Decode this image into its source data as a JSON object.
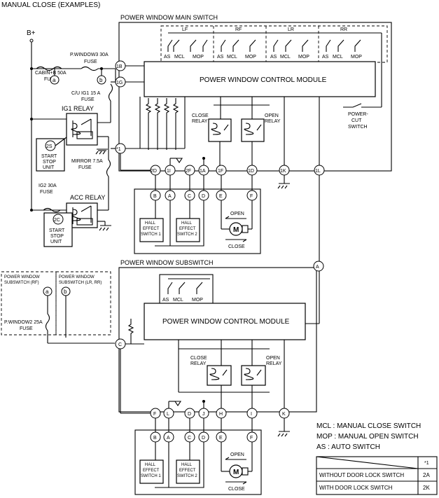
{
  "diagram": {
    "title": "MANUAL CLOSE (EXAMPLES)",
    "supply": {
      "bplus": "B+"
    },
    "fuses": {
      "cabin": [
        "CABIN+B 50A",
        "FUSE"
      ],
      "pwindow3": [
        "P.WINDOW3 30A",
        "FUSE"
      ],
      "cuig1": [
        "C/U IG1 15 A",
        "FUSE"
      ],
      "mirror": [
        "MIRROR 7.5A",
        "FUSE"
      ],
      "ig2": [
        "IG2 30A",
        "FUSE"
      ],
      "pwindow2": [
        "P.WINDOW2 25A",
        "FUSE"
      ]
    },
    "relays": {
      "ig1": "IG1 RELAY",
      "acc": "ACC RELAY"
    },
    "start_stop_units": [
      {
        "terminal": "2S",
        "lines": [
          "START",
          "STOP",
          "UNIT"
        ]
      },
      {
        "terminal": "2C",
        "lines": [
          "START",
          "STOP",
          "UNIT"
        ]
      }
    ],
    "connectors": {
      "a": "a",
      "b": "b",
      "A": "A",
      "C": "C"
    },
    "main_switch": {
      "title": "POWER WINDOW MAIN SWITCH",
      "module": "POWER WINDOW CONTROL MODULE",
      "groups": [
        "LF",
        "RF",
        "LR",
        "RR"
      ],
      "switch_labels": [
        "AS",
        "MCL",
        "MOP"
      ],
      "close_relay": [
        "CLOSE",
        "RELAY"
      ],
      "open_relay": [
        "OPEN",
        "RELAY"
      ],
      "power_cut": [
        "POWER-",
        "CUT",
        "SWITCH"
      ],
      "left_terminals": [
        "1B",
        "1G",
        "*1"
      ],
      "bottom_terminals": [
        "2D",
        "1I",
        "2F",
        "1A",
        "1F",
        "1D",
        "1K",
        "1L"
      ],
      "motor_terminals": [
        "B",
        "A",
        "C",
        "D",
        "E",
        "F"
      ],
      "hall1": [
        "HALL",
        "EFFECT",
        "SWITCH 1"
      ],
      "hall2": [
        "HALL",
        "EFFECT",
        "SWITCH 2"
      ],
      "motor": "M",
      "open": "OPEN",
      "close": "CLOSE"
    },
    "subswitch": {
      "title": "POWER WINDOW SUBSWITCH",
      "module": "POWER WINDOW CONTROL MODULE",
      "switch_labels": [
        "AS",
        "MCL",
        "MOP"
      ],
      "close_relay": [
        "CLOSE",
        "RELAY"
      ],
      "open_relay": [
        "OPEN",
        "RELAY"
      ],
      "bottom_terminals": [
        "F",
        "L",
        "D",
        "J",
        "H",
        "I",
        "K"
      ],
      "motor_terminals": [
        "B",
        "A",
        "C",
        "D",
        "E",
        "F"
      ],
      "hall1": [
        "HALL",
        "EFFECT",
        "SWITCH 1"
      ],
      "hall2": [
        "HALL",
        "EFFECT",
        "SWITCH 2"
      ],
      "motor": "M",
      "open": "OPEN",
      "close": "CLOSE"
    },
    "sub_variants": {
      "rf": [
        "POWER WINDOW",
        "SUBSWITCH (RF)"
      ],
      "lr_rr": [
        "POWER WINDOW",
        "SUBSWITCH (LR, RR)"
      ]
    },
    "legend": [
      "MCL : MANUAL CLOSE SWITCH",
      "MOP : MANUAL OPEN SWITCH",
      "AS : AUTO SWITCH"
    ],
    "table": {
      "header": "*1",
      "rows": [
        {
          "label": "WITHOUT DOOR LOCK SWITCH",
          "value": "2A"
        },
        {
          "label": "WITH DOOR LOCK SWITCH",
          "value": "2K"
        }
      ]
    }
  }
}
